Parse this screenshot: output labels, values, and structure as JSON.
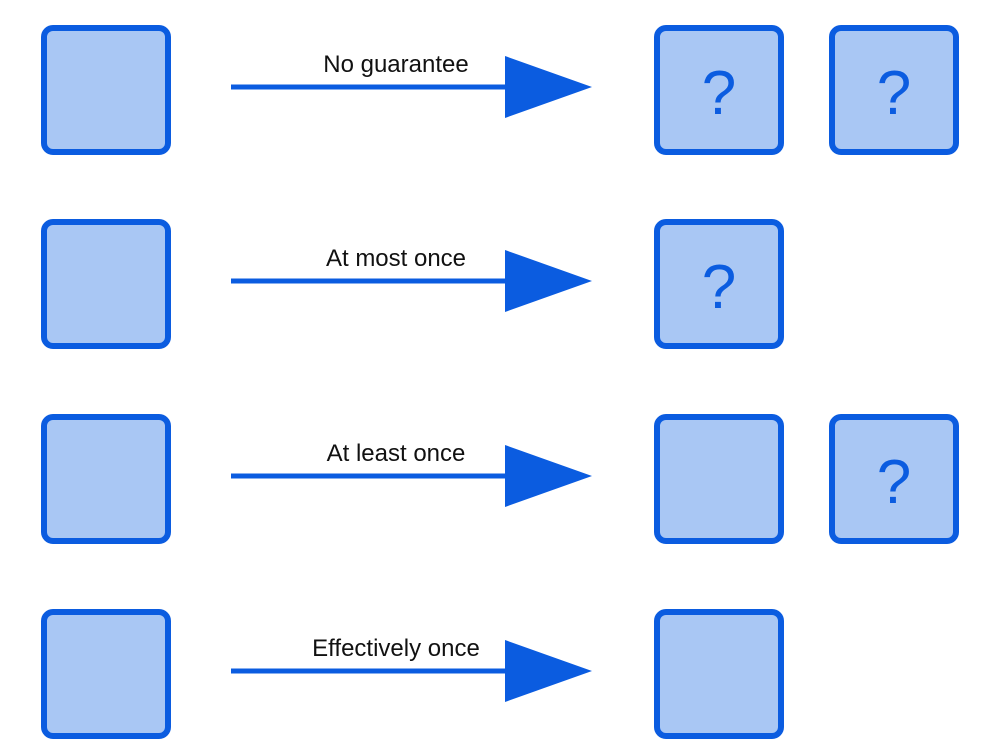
{
  "colors": {
    "box_fill": "#a9c7f4",
    "box_stroke": "#0b5ce0",
    "arrow": "#0b5ce0",
    "question_mark": "#0b5ce0",
    "text": "#111111"
  },
  "rows": [
    {
      "label": "No guarantee",
      "targets": [
        {
          "mark": "?"
        },
        {
          "mark": "?"
        }
      ]
    },
    {
      "label": "At most once",
      "targets": [
        {
          "mark": "?"
        }
      ]
    },
    {
      "label": "At least once",
      "targets": [
        {
          "mark": ""
        },
        {
          "mark": "?"
        }
      ]
    },
    {
      "label": "Effectively once",
      "targets": [
        {
          "mark": ""
        }
      ]
    }
  ]
}
